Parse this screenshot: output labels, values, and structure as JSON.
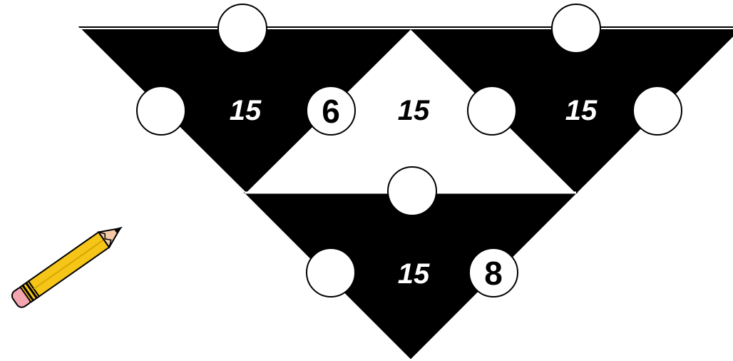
{
  "puzzle": {
    "triangles": [
      {
        "name": "top-left",
        "sum": "15",
        "shade": "black"
      },
      {
        "name": "center",
        "sum": "15",
        "shade": "white"
      },
      {
        "name": "top-right",
        "sum": "15",
        "shade": "black"
      },
      {
        "name": "bottom",
        "sum": "15",
        "shade": "black"
      }
    ],
    "circles": [
      {
        "name": "top-left-top",
        "value": ""
      },
      {
        "name": "top-left-left",
        "value": ""
      },
      {
        "name": "shared-left-center",
        "value": "6"
      },
      {
        "name": "shared-center-right",
        "value": ""
      },
      {
        "name": "top-right-top",
        "value": ""
      },
      {
        "name": "top-right-right",
        "value": ""
      },
      {
        "name": "shared-center-bottom",
        "value": ""
      },
      {
        "name": "bottom-left",
        "value": ""
      },
      {
        "name": "bottom-right",
        "value": "8"
      }
    ]
  },
  "colors": {
    "dark": "#000000",
    "light": "#ffffff",
    "pencil_body": "#f5c518",
    "pencil_stripe": "#000000",
    "pencil_eraser": "#f4a6b0",
    "pencil_wood": "#f3c9a8"
  },
  "icons": {
    "pencil": "pencil-icon"
  }
}
